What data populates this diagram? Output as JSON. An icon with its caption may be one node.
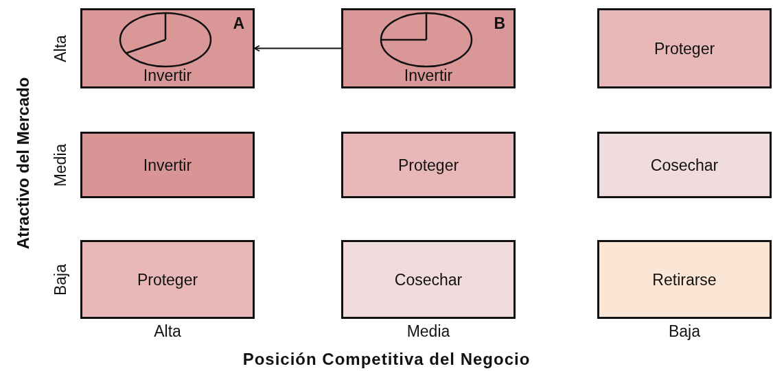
{
  "diagram": {
    "nodes": [
      {
        "text": [
          "A",
          "Invertir"
        ]
      },
      {
        "text": [
          "B",
          "Invertir"
        ]
      },
      {
        "text": [
          "Proteger"
        ]
      },
      {
        "text": [
          "Invertir"
        ]
      },
      {
        "text": [
          "Proteger"
        ]
      },
      {
        "text": [
          "Cosechar"
        ]
      },
      {
        "text": [
          "Proteger"
        ]
      },
      {
        "text": [
          "Cosechar"
        ]
      },
      {
        "text": [
          "Retirarse"
        ]
      }
    ],
    "edges": [
      {
        "from": 1,
        "to": 0,
        "arrow": "to"
      }
    ],
    "labels": [
      "Atractivo del Mercado",
      "Alta",
      "Media",
      "Baja",
      "Alta",
      "Media",
      "Baja",
      "Posición Competitiva del Negocio"
    ]
  }
}
